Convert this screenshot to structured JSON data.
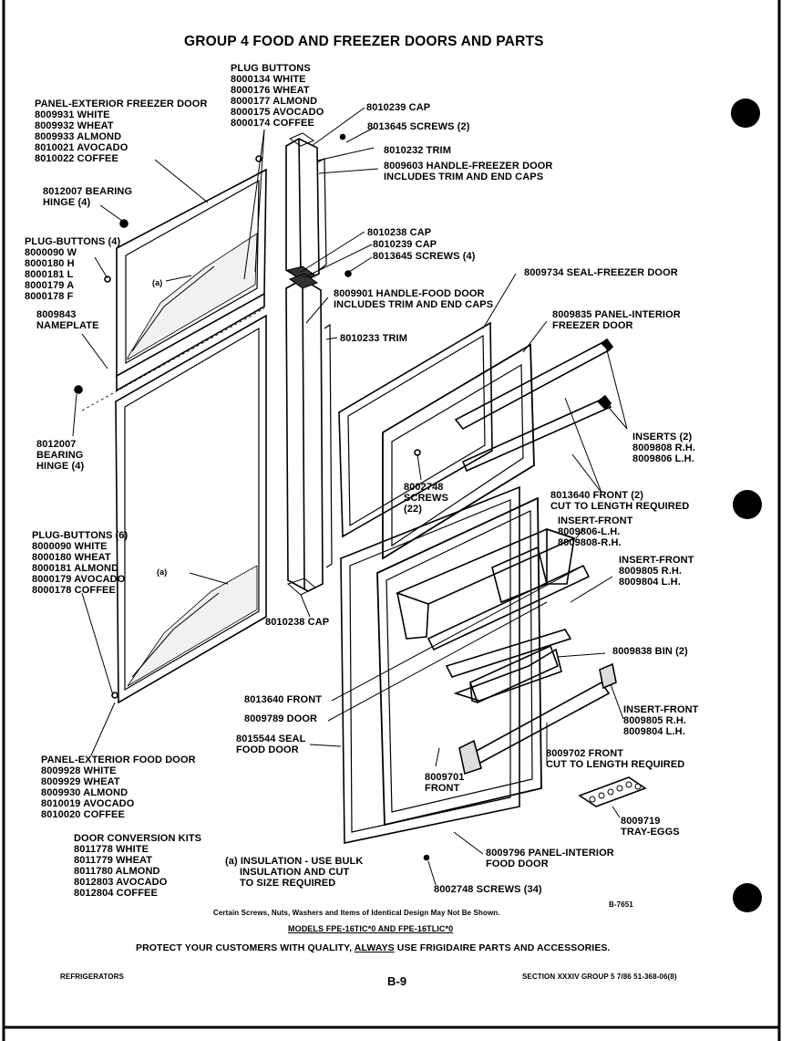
{
  "title": "GROUP 4    FOOD AND FREEZER DOORS AND PARTS",
  "labels": {
    "plug_buttons_top": [
      "PLUG BUTTONS",
      "8000134 WHITE",
      "8000176 WHEAT",
      "8000177 ALMOND",
      "8000175 AVOCADO",
      "8000174 COFFEE"
    ],
    "panel_ext_freezer": [
      "PANEL-EXTERIOR FREEZER DOOR",
      "8009931 WHITE",
      "8009932 WHEAT",
      "8009933 ALMOND",
      "8010021 AVOCADO",
      "8010022 COFFEE"
    ],
    "cap_top": "8010239 CAP",
    "screws_top": "8013645 SCREWS (2)",
    "trim_top": "8010232 TRIM",
    "handle_freezer": [
      "8009603 HANDLE-FREEZER DOOR",
      "INCLUDES TRIM AND END CAPS"
    ],
    "bearing_hinge_top": [
      "8012007 BEARING",
      "HINGE (4)"
    ],
    "plug_buttons_4": [
      "PLUG-BUTTONS (4)",
      "8000090 W",
      "8000180 H",
      "8000181 L",
      "8000179 A",
      "8000178 F"
    ],
    "cap_238": "8010238 CAP",
    "cap_239": "8010239 CAP",
    "screws_4": "8013645 SCREWS (4)",
    "seal_freezer": "8009734 SEAL-FREEZER DOOR",
    "handle_food": [
      "8009901 HANDLE-FOOD DOOR",
      "INCLUDES TRIM AND END CAPS"
    ],
    "panel_int_freezer": [
      "8009835 PANEL-INTERIOR",
      "FREEZER DOOR"
    ],
    "nameplate": [
      "8009843",
      "NAMEPLATE"
    ],
    "trim_233": "8010233 TRIM",
    "insulation_a": "(a)",
    "inserts_2": [
      "INSERTS (2)",
      "8009808 R.H.",
      "8009806 L.H."
    ],
    "bearing_hinge_mid": [
      "8012007",
      "BEARING",
      "HINGE (4)"
    ],
    "screws_22": [
      "8002748",
      "SCREWS",
      "(22)"
    ],
    "front_cut": [
      "8013640 FRONT (2)",
      "CUT TO LENGTH REQUIRED"
    ],
    "insert_front_1": [
      "INSERT-FRONT",
      "8009806-L.H.",
      "8009808-R.H."
    ],
    "plug_buttons_6": [
      "PLUG-BUTTONS (6)",
      "8000090 WHITE",
      "8000180 WHEAT",
      "8000181 ALMOND",
      "8000179 AVOCADO",
      "8000178 COFFEE"
    ],
    "insert_front_2": [
      "INSERT-FRONT",
      "8009805 R.H.",
      "8009804 L.H."
    ],
    "cap_bottom": "8010238 CAP",
    "bin": "8009838 BIN (2)",
    "front_13640": "8013640 FRONT",
    "door_789": "8009789 DOOR",
    "insert_front_3": [
      "INSERT-FRONT",
      "8009805 R.H.",
      "8009804 L.H."
    ],
    "seal_food": [
      "8015544 SEAL",
      "FOOD DOOR"
    ],
    "front_cut_2": [
      "8009702 FRONT",
      "CUT TO LENGTH REQUIRED"
    ],
    "front_701": [
      "8009701",
      "FRONT"
    ],
    "panel_ext_food": [
      "PANEL-EXTERIOR FOOD DOOR",
      "8009928 WHITE",
      "8009929 WHEAT",
      "8009930 ALMOND",
      "8010019 AVOCADO",
      "8010020 COFFEE"
    ],
    "tray_eggs": [
      "8009719",
      "TRAY-EGGS"
    ],
    "door_conversion": [
      "DOOR CONVERSION KITS",
      "8011778 WHITE",
      "8011779 WHEAT",
      "8011780 ALMOND",
      "8012803 AVOCADO",
      "8012804 COFFEE"
    ],
    "insulation_note": [
      "(a) INSULATION - USE BULK",
      "INSULATION AND CUT",
      "TO SIZE REQUIRED"
    ],
    "panel_int_food": [
      "8009796 PANEL-INTERIOR",
      "FOOD DOOR"
    ],
    "screws_34": "8002748 SCREWS (34)",
    "fig_id": "B-7651"
  },
  "footer": {
    "note": "Certain Screws, Nuts, Washers and Items of Identical Design May Not Be Shown.",
    "models": "MODELS FPE-16TIC*0 AND FPE-16TLIC*0",
    "protect_pre": "PROTECT YOUR CUSTOMERS WITH QUALITY,",
    "protect_always": "ALWAYS",
    "protect_post": "USE FRIGIDAIRE PARTS AND ACCESSORIES.",
    "category": "REFRIGERATORS",
    "page": "B-9",
    "section": "SECTION XXXIV  GROUP 5  7/86  51-368-06(8)"
  },
  "colors": {
    "ink": "#000000",
    "paper": "#ffffff"
  }
}
